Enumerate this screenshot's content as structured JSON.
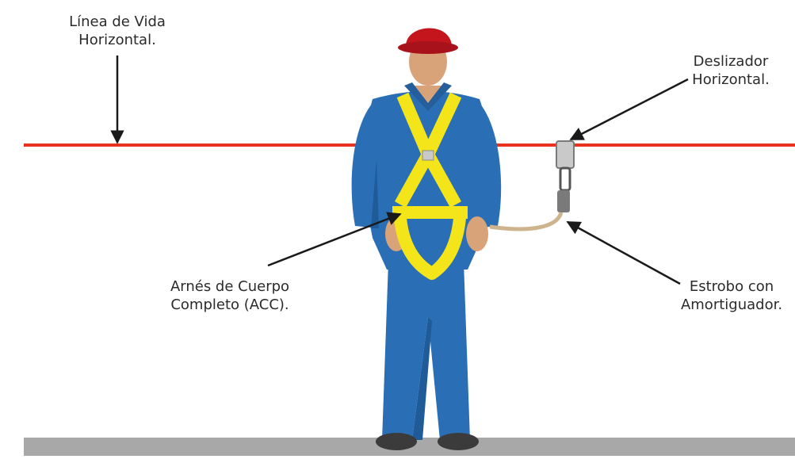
{
  "labels": {
    "linea_vida": "Línea de Vida\nHorizontal.",
    "deslizador": "Deslizador\nHorizontal.",
    "arnes": "Arnés de Cuerpo\nCompleto (ACC).",
    "estrobo": "Estrobo con\nAmortiguador."
  },
  "colors": {
    "lifeline": "#e8321e",
    "coverall": "#2a6fb6",
    "coverall_shadow": "#1f5b98",
    "harness": "#f3e51a",
    "helmet": "#c4151c",
    "skin": "#d9a37a",
    "lanyard": "#cdb48c",
    "ground": "#a8a8a8",
    "arrow": "#1a1a1a"
  },
  "icons": [
    "worker-figure",
    "hard-hat-icon",
    "harness-icon",
    "slider-icon",
    "lanyard-icon"
  ]
}
